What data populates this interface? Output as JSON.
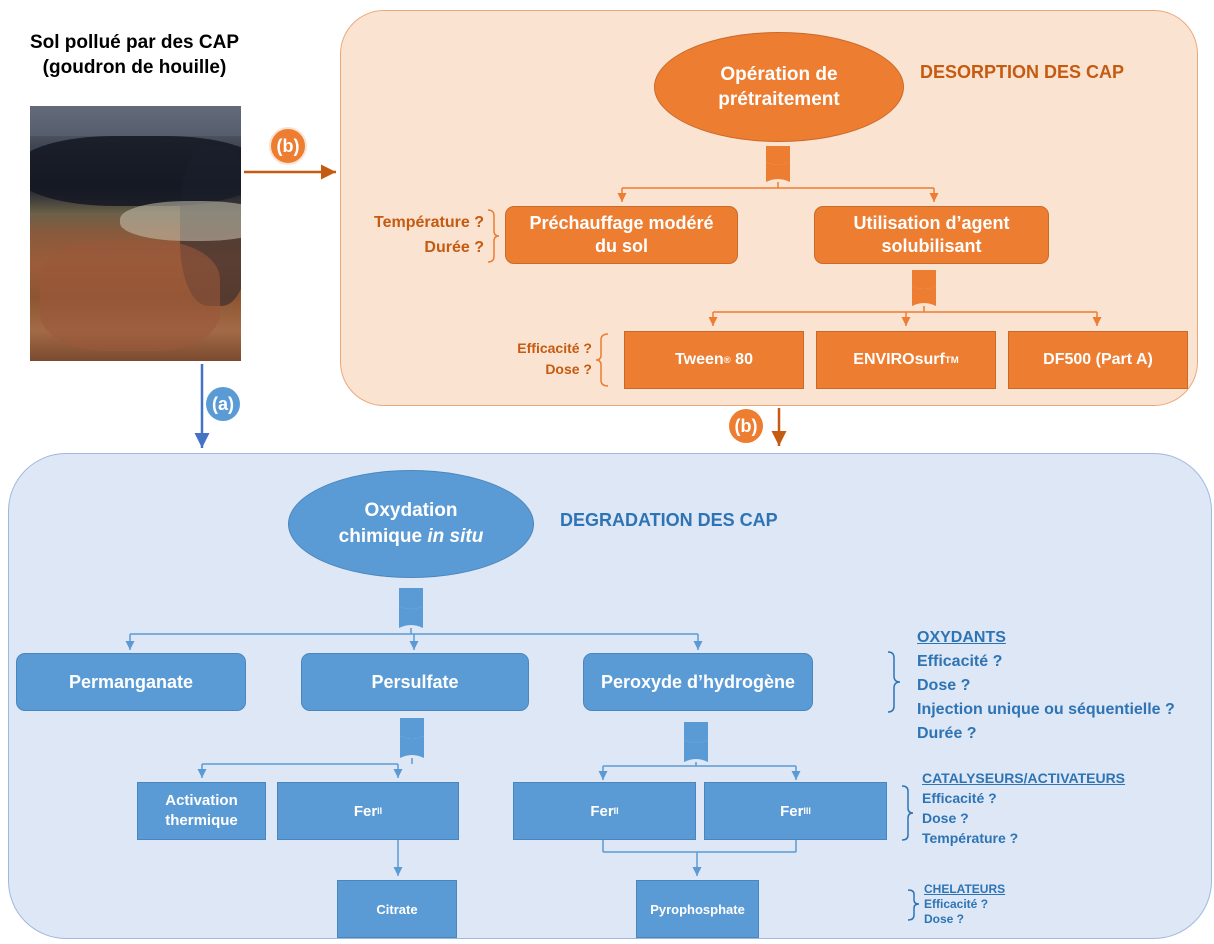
{
  "photo": {
    "caption_line1": "Sol pollué par des CAP",
    "caption_line2": "(goudron de houille)"
  },
  "labels": {
    "a": "(a)",
    "b": "(b)"
  },
  "desorption": {
    "title": "DESORPTION DES CAP",
    "pretreatment": "Opération de prétraitement",
    "preheating": "Préchauffage modéré du sol",
    "solubilizing": "Utilisation d’agent solubilisant",
    "preheat_questions": [
      "Température ?",
      "Durée ?"
    ],
    "agent_questions": [
      "Efficacité ?",
      "Dose ?"
    ],
    "agents": {
      "tween_main": "Tween",
      "tween_sup": "®",
      "tween_tail": " 80",
      "envirosurf_main": "ENVIROsurf",
      "envirosurf_sup": "TM",
      "df500": "DF500 (Part A)"
    }
  },
  "degradation": {
    "title": "DEGRADATION DES CAP",
    "isco_line1": "Oxydation",
    "isco_line2": "chimique ",
    "isco_italic": "in situ",
    "oxidants": {
      "permanganate": "Permanganate",
      "persulfate": "Persulfate",
      "peroxide": "Peroxyde d’hydrogène"
    },
    "activators": {
      "thermal": "Activation thermique",
      "fer": "Fer",
      "fer_ii": "II",
      "fer_iii": "III"
    },
    "chelators": {
      "citrate": "Citrate",
      "pyrophosphate": "Pyrophosphate"
    },
    "oxidants_questions": {
      "heading": "OXYDANTS",
      "items": [
        "Efficacité ?",
        "Dose ?",
        "Injection unique ou séquentielle ?",
        "Durée ?"
      ]
    },
    "catalysts_questions": {
      "heading": "CATALYSEURS/ACTIVATEURS",
      "items": [
        "Efficacité ?",
        "Dose ?",
        "Température ?"
      ]
    },
    "chelators_questions": {
      "heading": "CHELATEURS",
      "items": [
        "Efficacité ?",
        "Dose ?"
      ]
    }
  },
  "colors": {
    "orange": "#ed7d31",
    "dark_orange": "#c55a11",
    "blue": "#5b9bd5",
    "dark_blue": "#2e74b5",
    "orange_panel": "#fbe3d2",
    "blue_panel": "#dde7f5"
  },
  "icons": [
    "funnel-icon",
    "bracket-icon",
    "arrow-icon"
  ]
}
